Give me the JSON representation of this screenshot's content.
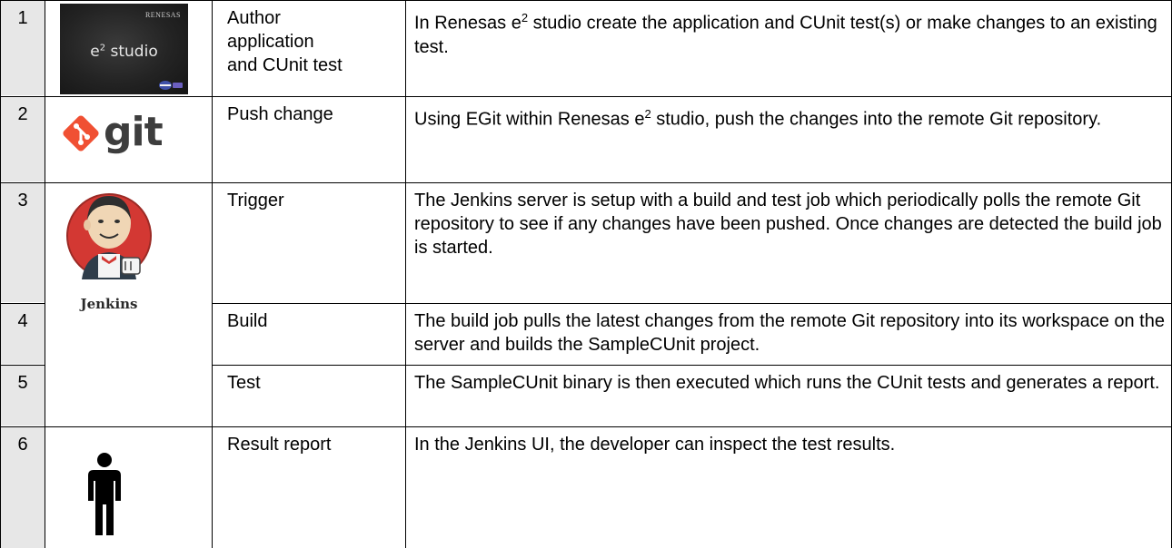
{
  "rows": [
    {
      "step": "1",
      "action": "Author application and CUnit test",
      "action_lines": [
        "Author",
        "application",
        "and CUnit test"
      ],
      "description_parts": [
        "In Renesas e",
        "2",
        " studio create the application and CUnit test(s) or make changes to an existing test."
      ]
    },
    {
      "step": "2",
      "action": "Push change",
      "description_parts": [
        "Using EGit within Renesas e",
        "2",
        " studio, push the changes into the remote Git repository."
      ]
    },
    {
      "step": "3",
      "action": "Trigger",
      "description": "The Jenkins server is setup with a build and test job which periodically polls the remote Git repository to see if any changes have been pushed. Once changes are detected the build job is started."
    },
    {
      "step": "4",
      "action": "Build",
      "description": "The build job pulls the latest changes from the remote Git repository into its workspace on the server and builds the SampleCUnit project."
    },
    {
      "step": "5",
      "action": "Test",
      "description": "The SampleCUnit binary is then executed which runs the CUnit tests and generates a report."
    },
    {
      "step": "6",
      "action": "Result report",
      "description": "In the Jenkins UI, the developer can inspect the test results."
    }
  ],
  "logos": {
    "e2studio": {
      "brand": "RENESAS",
      "title": "e",
      "title_sup": "2",
      "title_rest": " studio",
      "icon": "e2-studio-logo"
    },
    "git": {
      "word": "git",
      "icon": "git-logo",
      "color": "#f05033"
    },
    "jenkins": {
      "label": "Jenkins",
      "icon": "jenkins-butler-icon"
    },
    "user": {
      "icon": "person-icon"
    }
  },
  "colors": {
    "step_cell_bg": "#e7e7e7",
    "border": "#000000"
  }
}
